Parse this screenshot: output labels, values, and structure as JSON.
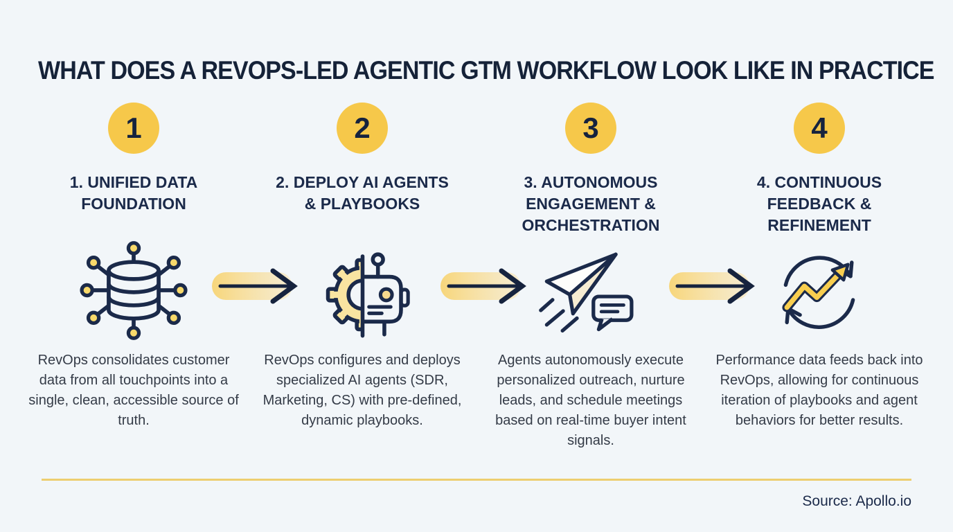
{
  "page": {
    "title": "WHAT DOES A REVOPS-LED AGENTIC GTM WORKFLOW LOOK LIKE IN PRACTICE",
    "source": "Source: Apollo.io"
  },
  "colors": {
    "background": "#F2F6F9",
    "title_navy": "#152238",
    "heading_navy": "#1B2A4A",
    "body_text": "#343B47",
    "badge_yellow": "#F6C84A",
    "pale_yellow": "#F9E4A1",
    "node_yellow": "#F8D96B",
    "trend_yellow": "#F8CE4F",
    "divider_yellow": "#EDCE70"
  },
  "steps": [
    {
      "number": "1",
      "title": "1. UNIFIED DATA FOUNDATION",
      "icon": "database-network-icon",
      "description": "RevOps consolidates customer data from all touchpoints into a single, clean, accessible source of truth."
    },
    {
      "number": "2",
      "title": "2. DEPLOY AI AGENTS & PLAYBOOKS",
      "icon": "gear-robot-icon",
      "description": "RevOps configures and deploys specialized AI agents (SDR, Marketing, CS) with pre-defined, dynamic playbooks."
    },
    {
      "number": "3",
      "title": "3. AUTONOMOUS ENGAGEMENT & ORCHESTRATION",
      "icon": "paper-plane-chat-icon",
      "description": "Agents autonomously execute personalized outreach, nurture leads, and schedule meetings based on real-time buyer intent signals."
    },
    {
      "number": "4",
      "title": "4. CONTINUOUS FEEDBACK & REFINEMENT",
      "icon": "feedback-loop-icon",
      "description": "Performance data feeds back into RevOps, allowing for continuous iteration of playbooks and agent behaviors for better results."
    }
  ]
}
